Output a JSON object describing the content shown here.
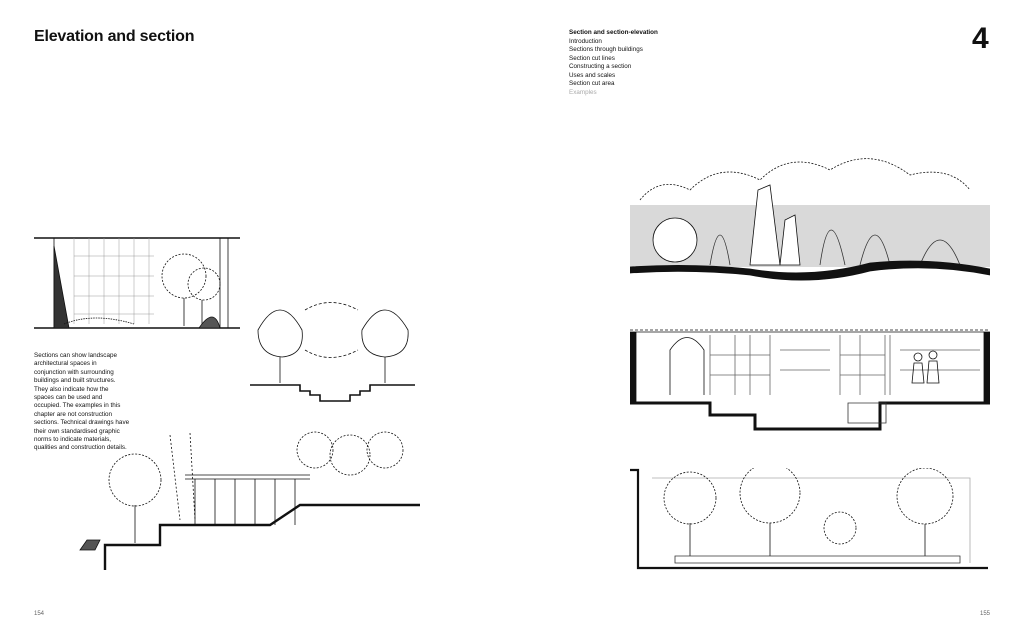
{
  "left_page": {
    "title": "Elevation and section",
    "body": "Sections can show landscape architectural spaces in conjunction with surrounding buildings and built structures. They also indicate how the spaces can be used and occupied. The examples in this chapter are not construction sections. Technical drawings have their own standardised graphic norms to indicate materials, qualities and construction details.",
    "page_number": "154"
  },
  "right_page": {
    "chapter_number": "4",
    "nav": [
      {
        "label": "Section and section-elevation",
        "state": "current"
      },
      {
        "label": "Introduction",
        "state": "normal"
      },
      {
        "label": "Sections through buildings",
        "state": "normal"
      },
      {
        "label": "Section cut lines",
        "state": "normal"
      },
      {
        "label": "Constructing a section",
        "state": "normal"
      },
      {
        "label": "Uses and scales",
        "state": "normal"
      },
      {
        "label": "Section cut area",
        "state": "normal"
      },
      {
        "label": "Examples",
        "state": "dimmed"
      }
    ],
    "page_number": "155"
  }
}
